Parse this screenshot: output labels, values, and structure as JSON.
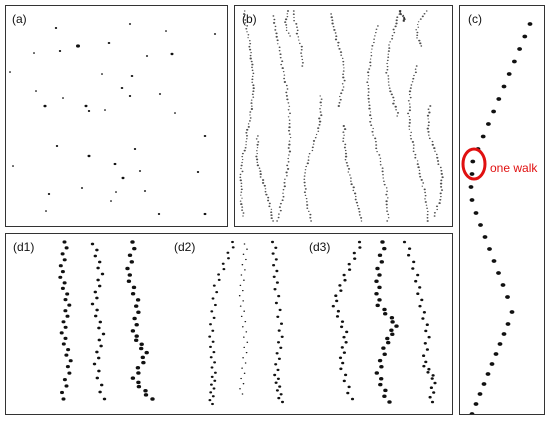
{
  "panels": {
    "a": {
      "label": "(a)"
    },
    "b": {
      "label": "(b)"
    },
    "c": {
      "label": "(c)",
      "annotation": "one walk"
    },
    "d1": {
      "label": "(d1)"
    },
    "d2": {
      "label": "(d2)"
    },
    "d3": {
      "label": "(d3)"
    }
  },
  "colors": {
    "dots": "#111111",
    "highlight": "#e01010",
    "border": "#333333"
  }
}
